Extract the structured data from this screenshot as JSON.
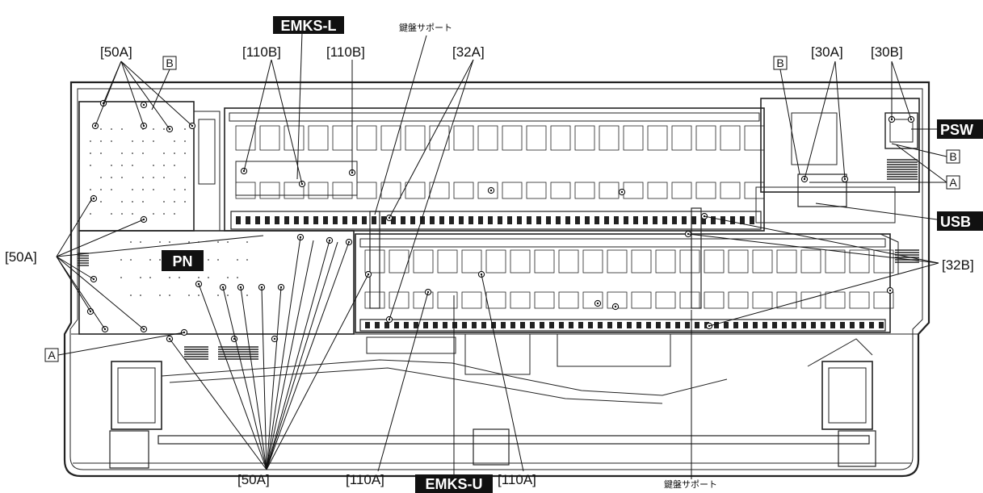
{
  "labels": {
    "top_50a": "[50A]",
    "left_50a": "[50A]",
    "bottom_50a": "[50A]",
    "top_110b_left": "[110B]",
    "top_110b_right": "[110B]",
    "top_32a": "[32A]",
    "top_30a": "[30A]",
    "top_30b": "[30B]",
    "right_32b": "[32B]",
    "bottom_110a_left": "[110A]",
    "bottom_110a_right": "[110A]",
    "support_top": "鍵盤サポート",
    "support_bottom": "鍵盤サポート"
  },
  "boxed_labels": {
    "emks_l": "EMKS-L",
    "emks_u": "EMKS-U",
    "pn": "PN",
    "psw": "PSW",
    "usb": "USB"
  },
  "letters": {
    "b_top_left": "B",
    "b_top_right": "B",
    "b_right": "B",
    "a_right": "A",
    "a_left": "A"
  },
  "colors": {
    "ink": "#111111",
    "label_box": "#111111",
    "label_box_text": "#ffffff",
    "paper": "#ffffff"
  }
}
